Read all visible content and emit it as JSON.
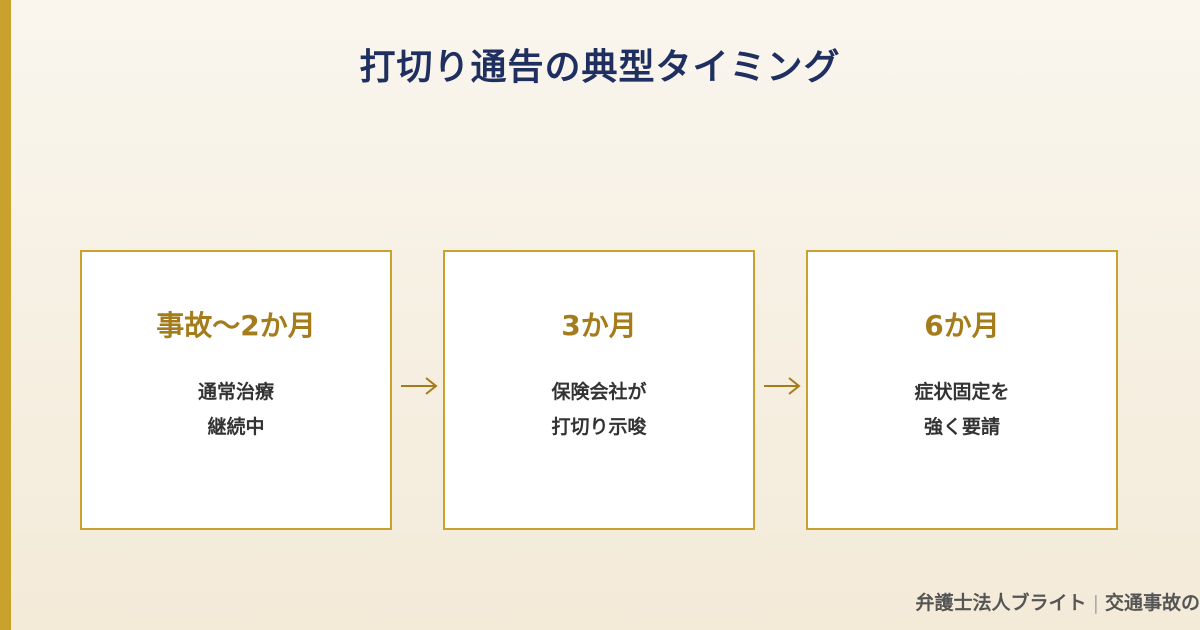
{
  "title": "打切り通告の典型タイミング",
  "steps": [
    {
      "heading": "事故〜2か月",
      "lines": [
        "通常治療",
        "継続中"
      ]
    },
    {
      "heading": "3か月",
      "lines": [
        "保険会社が",
        "打切り示唆"
      ]
    },
    {
      "heading": "6か月",
      "lines": [
        "症状固定を",
        "強く要請"
      ]
    }
  ],
  "arrow_glyph": "→",
  "footer": {
    "firm": "弁護士法人ブライト",
    "separator": "|",
    "topic": "交通事故",
    "trailing": "の"
  },
  "colors": {
    "accent": "#c9a22e",
    "title": "#1f3060",
    "heading": "#a57c1b",
    "body_text": "#333333",
    "card_bg": "#ffffff"
  }
}
